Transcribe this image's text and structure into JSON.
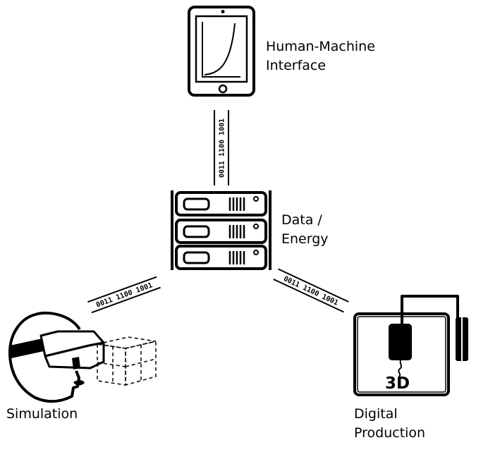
{
  "nodes": {
    "hmi": {
      "label_lines": [
        "Human-Machine",
        "Interface"
      ],
      "icon": "tablet-icon"
    },
    "data_energy": {
      "label_lines": [
        "Data /",
        "Energy"
      ],
      "icon": "server-rack-icon"
    },
    "simulation": {
      "label_lines": [
        "Simulation"
      ],
      "icon": "vr-headset-icon"
    },
    "digital_production": {
      "label_lines": [
        "Digital",
        "Production"
      ],
      "icon": "3d-printer-icon"
    }
  },
  "links": {
    "hmi_to_server": "0011 1100 1001",
    "server_to_simulation": "0011 1100 1001",
    "server_to_production": "0011 1100 1001"
  },
  "printer_badge": "3D",
  "colors": {
    "ink": "#000000",
    "background": "#ffffff"
  }
}
